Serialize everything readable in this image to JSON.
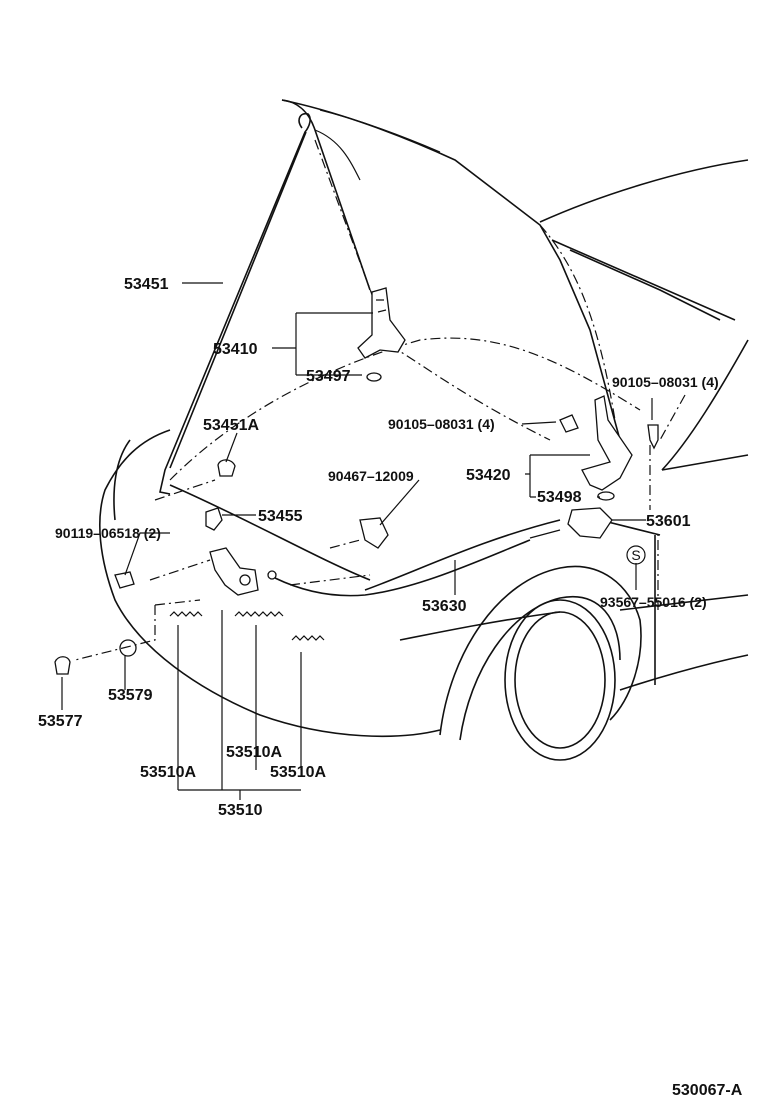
{
  "diagram_id": "530067-A",
  "labels": {
    "p53451": "53451",
    "p53410": "53410",
    "p53497": "53497",
    "p53451A": "53451A",
    "p90105_left": "90105–08031 (4)",
    "p90105_right": "90105–08031 (4)",
    "p90467": "90467–12009",
    "p53420": "53420",
    "p53498": "53498",
    "p53455": "53455",
    "p90119": "90119–06518 (2)",
    "p53601": "53601",
    "p53630": "53630",
    "pS": "S",
    "p93567": "93567–55016 (2)",
    "p53579": "53579",
    "p53577": "53577",
    "p53510A_mid": "53510A",
    "p53510A_left": "53510A",
    "p53510A_right": "53510A",
    "p53510": "53510"
  }
}
